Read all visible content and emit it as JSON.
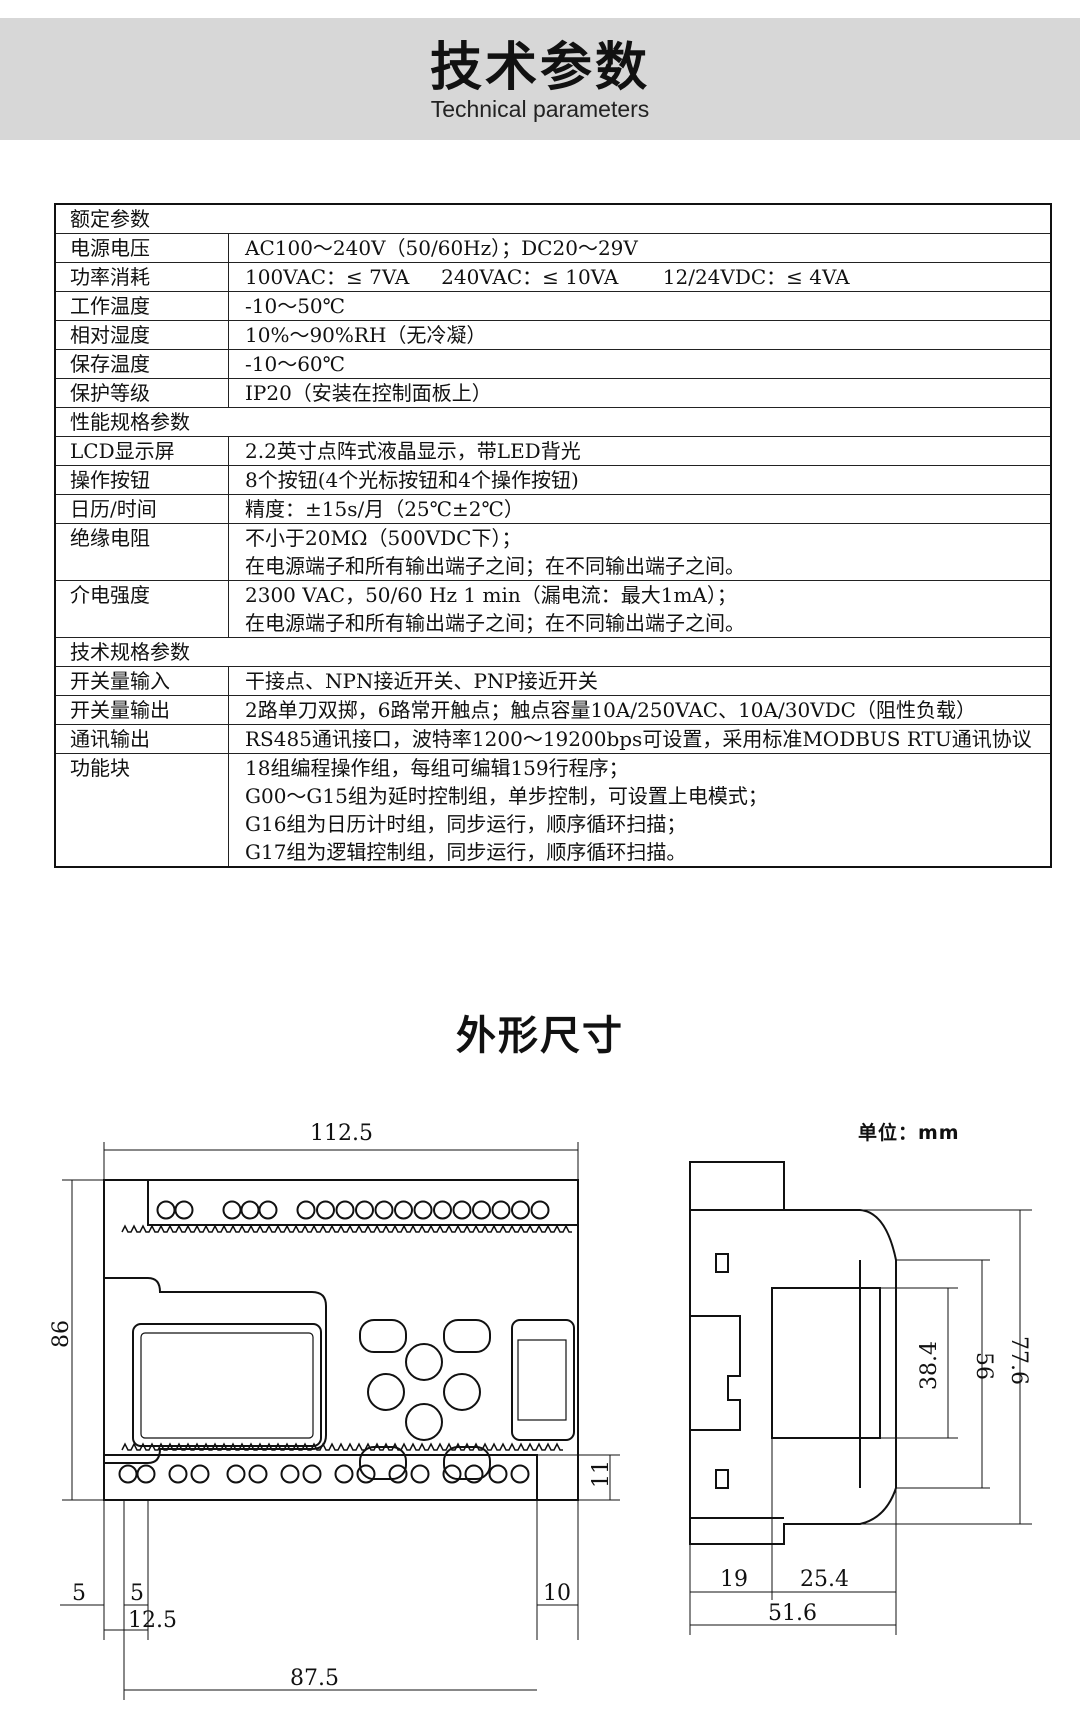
{
  "header": {
    "title": "技术参数",
    "subtitle": "Technical parameters"
  },
  "spec_rows": [
    {
      "type": "section",
      "label": "额定参数"
    },
    {
      "type": "row",
      "label": "电源电压",
      "lines": [
        "AC100～240V（50/60Hz）；DC20～29V"
      ]
    },
    {
      "type": "row",
      "label": "功率消耗",
      "lines": [
        "100VAC：≤ 7VA     240VAC：≤ 10VA       12/24VDC：≤ 4VA"
      ]
    },
    {
      "type": "row",
      "label": "工作温度",
      "lines": [
        "-10～50℃"
      ]
    },
    {
      "type": "row",
      "label": "相对湿度",
      "lines": [
        "10%～90%RH（无冷凝）"
      ]
    },
    {
      "type": "row",
      "label": "保存温度",
      "lines": [
        "-10～60℃"
      ]
    },
    {
      "type": "row",
      "label": "保护等级",
      "lines": [
        "IP20（安装在控制面板上）"
      ]
    },
    {
      "type": "section",
      "label": "性能规格参数"
    },
    {
      "type": "row",
      "label": "LCD显示屏",
      "lines": [
        "2.2英寸点阵式液晶显示，带LED背光"
      ]
    },
    {
      "type": "row",
      "label": "操作按钮",
      "lines": [
        "8个按钮(4个光标按钮和4个操作按钮)"
      ]
    },
    {
      "type": "row",
      "label": "日历/时间",
      "lines": [
        "精度：±15s/月（25℃±2℃）"
      ]
    },
    {
      "type": "row",
      "label": "绝缘电阻",
      "lines": [
        "不小于20MΩ（500VDC下）；",
        "在电源端子和所有输出端子之间；在不同输出端子之间。"
      ]
    },
    {
      "type": "row",
      "label": "介电强度",
      "lines": [
        "2300 VAC，50/60 Hz 1 min（漏电流：最大1mA）；",
        "在电源端子和所有输出端子之间；在不同输出端子之间。"
      ]
    },
    {
      "type": "section",
      "label": "技术规格参数"
    },
    {
      "type": "row",
      "label": "开关量输入",
      "lines": [
        "干接点、NPN接近开关、PNP接近开关"
      ]
    },
    {
      "type": "row",
      "label": "开关量输出",
      "lines": [
        "2路单刀双掷，6路常开触点；触点容量10A/250VAC、10A/30VDC（阻性负载）"
      ]
    },
    {
      "type": "row",
      "label": "通讯输出",
      "lines": [
        "RS485通讯接口，波特率1200～19200bps可设置，采用标准MODBUS RTU通讯协议"
      ]
    },
    {
      "type": "row",
      "label": "功能块",
      "lines": [
        "18组编程操作组，每组可编辑159行程序；",
        "G00～G15组为延时控制组，单步控制，可设置上电模式；",
        "G16组为日历计时组，同步运行，顺序循环扫描；",
        "G17组为逻辑控制组，同步运行，顺序循环扫描。"
      ]
    }
  ],
  "dimensions": {
    "title": "外形尺寸",
    "unit": "单位：mm",
    "front": {
      "width": "112.5",
      "height": "86",
      "left_offset": "5",
      "terminal_offset": "5",
      "pitch": "12.5",
      "mount_width": "87.5",
      "right_offset": "10",
      "bottom_height": "11"
    },
    "side": {
      "depth_a": "19",
      "depth_b": "25.4",
      "depth_total": "51.6",
      "h_inner": "38.4",
      "h_mid": "56",
      "h_total": "77.6"
    }
  }
}
